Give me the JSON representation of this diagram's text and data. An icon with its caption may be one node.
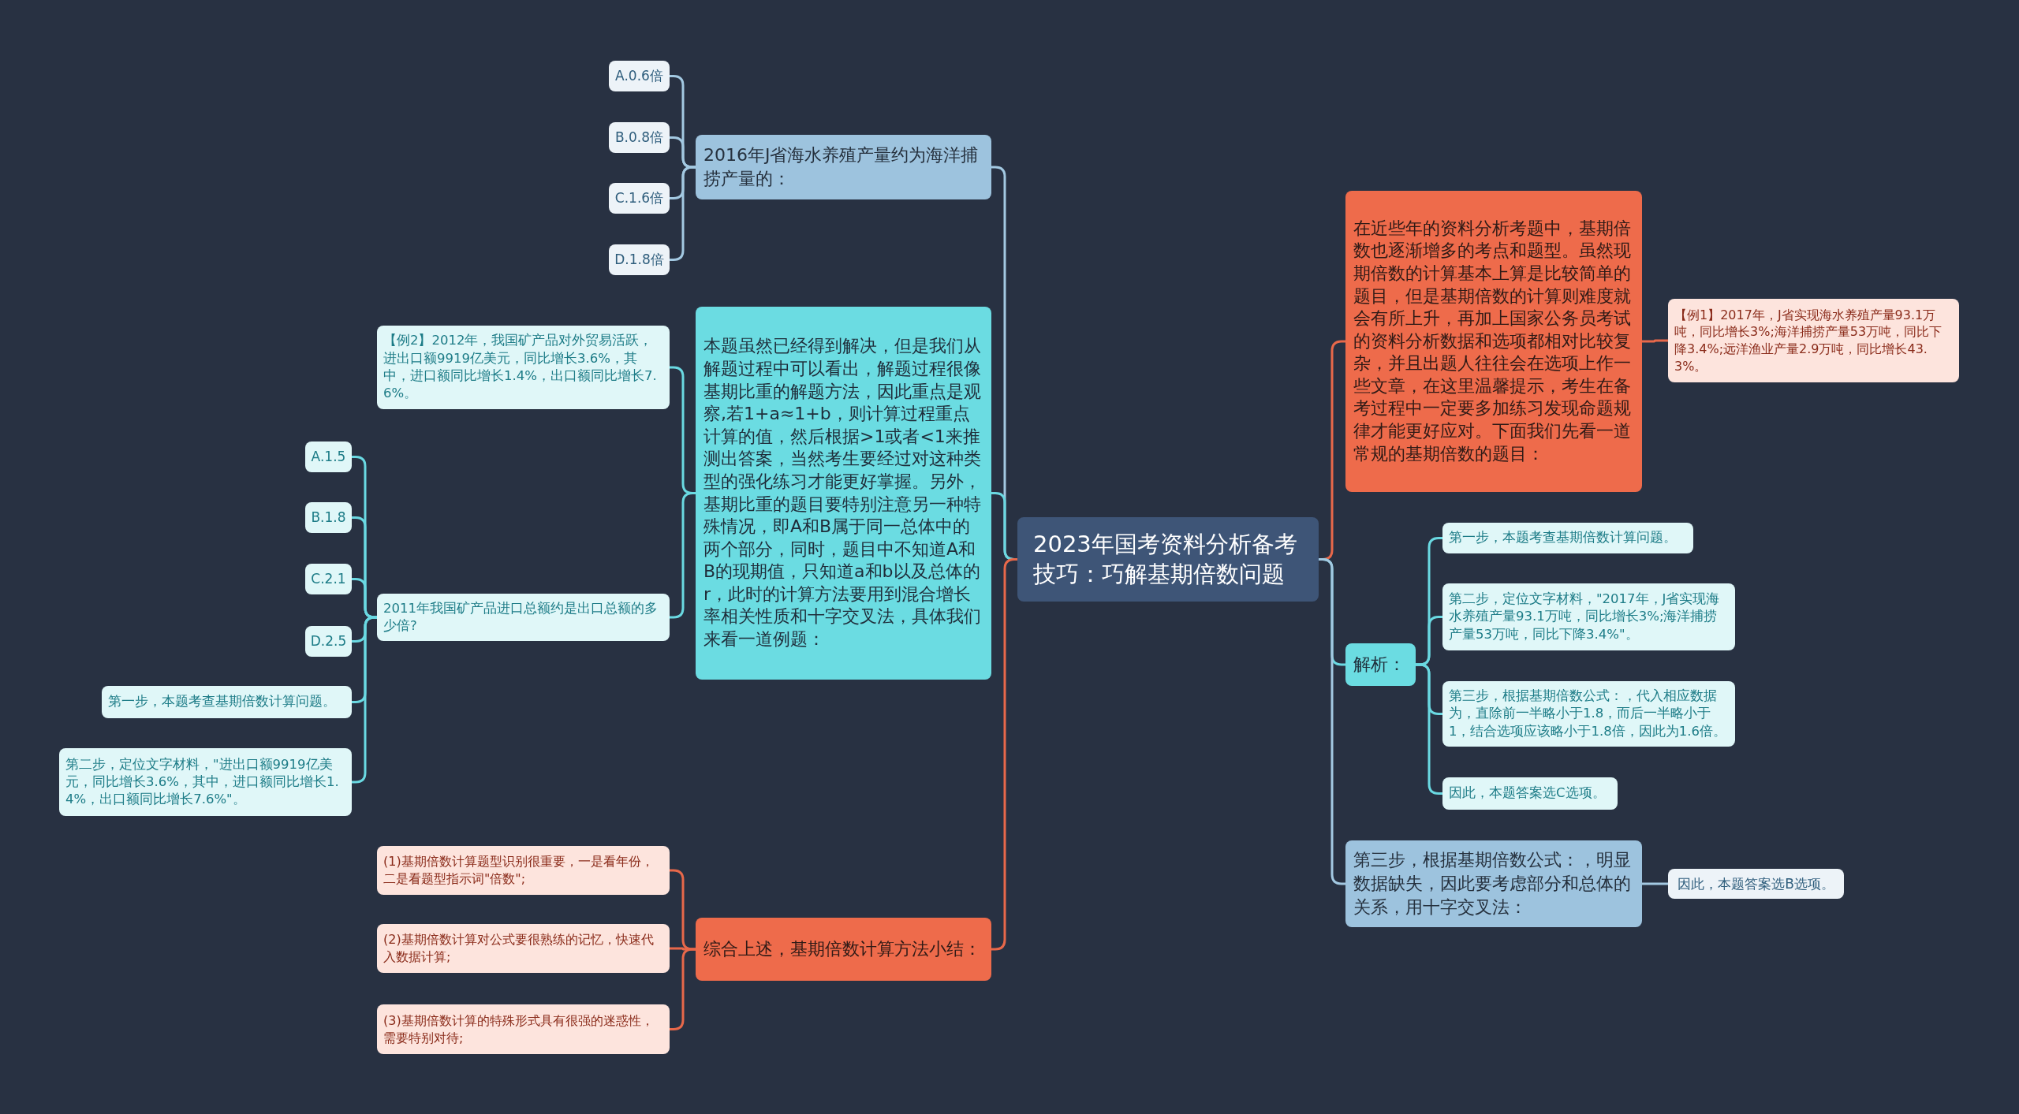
{
  "diagram": {
    "nodes": [
      {
        "text": [
          "2023年国考资料分析备考技巧：巧解基期倍数问题"
        ]
      },
      {
        "text": [
          "2016年J省海水养殖产量约为海洋捕捞产量的："
        ]
      },
      {
        "text": [
          "A.0.6倍"
        ]
      },
      {
        "text": [
          "B.0.8倍"
        ]
      },
      {
        "text": [
          "C.1.6倍"
        ]
      },
      {
        "text": [
          "D.1.8倍"
        ]
      },
      {
        "text": [
          "本题虽然已经得到解决，但是我们从解题过程中可以看出，解题过程很像基期比重的解题方法，因此重点是观察,若1+a≈1+b，则计算过程重点计算的值，然后根据>1或者<1来推测出答案，当然考生要经过对这种类型的强化练习才能更好掌握。另外，基期比重的题目要特别注意另一种特殊情况，即A和B属于同一总体中的两个部分，同时，题目中不知道A和B的现期值，只知道a和b以及总体的r，此时的计算方法要用到混合增长率相关性质和十字交叉法，具体我们来看一道例题："
        ]
      },
      {
        "text": [
          "【例2】2012年，我国矿产品对外贸易活跃，进出口额9919亿美元，同比增长3.6%，其中，进口额同比增长1.4%，出口额同比增长7.6%。"
        ]
      },
      {
        "text": [
          "2011年我国矿产品进口总额约是出口总额的多少倍?"
        ]
      },
      {
        "text": [
          "A.1.5"
        ]
      },
      {
        "text": [
          "B.1.8"
        ]
      },
      {
        "text": [
          "C.2.1"
        ]
      },
      {
        "text": [
          "D.2.5"
        ]
      },
      {
        "text": [
          "第一步，本题考查基期倍数计算问题。"
        ]
      },
      {
        "text": [
          "第二步，定位文字材料，\"进出口额9919亿美元，同比增长3.6%，其中，进口额同比增长1.4%，出口额同比增长7.6%\"。"
        ]
      },
      {
        "text": [
          "综合上述，基期倍数计算方法小结："
        ]
      },
      {
        "text": [
          "(1)基期倍数计算题型识别很重要，一是看年份，二是看题型指示词\"倍数\";"
        ]
      },
      {
        "text": [
          "(2)基期倍数计算对公式要很熟练的记忆，快速代入数据计算;"
        ]
      },
      {
        "text": [
          "(3)基期倍数计算的特殊形式具有很强的迷惑性，需要特别对待;"
        ]
      },
      {
        "text": [
          "在近些年的资料分析考题中，基期倍数也逐渐增多的考点和题型。虽然现期倍数的计算基本上算是比较简单的题目，但是基期倍数的计算则难度就会有所上升，再加上国家公务员考试的资料分析数据和选项都相对比较复杂，并且出题人往往会在选项上作一些文章，在这里温馨提示，考生在备考过程中一定要多加练习发现命题规律才能更好应对。下面我们先看一道常规的基期倍数的题目："
        ]
      },
      {
        "text": [
          "【例1】2017年，J省实现海水养殖产量93.1万吨，同比增长3%;海洋捕捞产量53万吨，同比下降3.4%;远洋渔业产量2.9万吨，同比增长43.3%。"
        ]
      },
      {
        "text": [
          "解析："
        ]
      },
      {
        "text": [
          "第一步，本题考查基期倍数计算问题。"
        ]
      },
      {
        "text": [
          "第二步，定位文字材料，\"2017年，J省实现海水养殖产量93.1万吨，同比增长3%;海洋捕捞产量53万吨，同比下降3.4%\"。"
        ]
      },
      {
        "text": [
          "第三步，根据基期倍数公式：，代入相应数据为，直除前一半略小于1.8，而后一半略小于1，结合选项应该略小于1.8倍，因此为1.6倍。"
        ]
      },
      {
        "text": [
          "因此，本题答案选C选项。"
        ]
      },
      {
        "text": [
          "第三步，根据基期倍数公式：，明显数据缺失，因此要考虑部分和总体的关系，用十字交叉法："
        ]
      },
      {
        "text": [
          "因此，本题答案选B选项。"
        ]
      }
    ],
    "edges": [
      {
        "from": 0,
        "to": 1,
        "arrow": "none",
        "color": "#a3c9e2"
      },
      {
        "from": 1,
        "to": 2,
        "arrow": "none",
        "color": "#a3c9e2"
      },
      {
        "from": 1,
        "to": 3,
        "arrow": "none",
        "color": "#a3c9e2"
      },
      {
        "from": 1,
        "to": 4,
        "arrow": "none",
        "color": "#a3c9e2"
      },
      {
        "from": 1,
        "to": 5,
        "arrow": "none",
        "color": "#a3c9e2"
      },
      {
        "from": 0,
        "to": 6,
        "arrow": "none"
      },
      {
        "from": 6,
        "to": 7,
        "arrow": "none"
      },
      {
        "from": 6,
        "to": 8,
        "arrow": "none"
      },
      {
        "from": 8,
        "to": 9,
        "arrow": "none"
      },
      {
        "from": 8,
        "to": 10,
        "arrow": "none"
      },
      {
        "from": 8,
        "to": 11,
        "arrow": "none"
      },
      {
        "from": 8,
        "to": 12,
        "arrow": "none"
      },
      {
        "from": 8,
        "to": 13,
        "arrow": "none"
      },
      {
        "from": 8,
        "to": 14,
        "arrow": "none"
      },
      {
        "from": 0,
        "to": 15,
        "arrow": "none",
        "color": "#e8684a"
      },
      {
        "from": 15,
        "to": 16,
        "arrow": "none",
        "color": "#e8684a"
      },
      {
        "from": 15,
        "to": 17,
        "arrow": "none",
        "color": "#e8684a"
      },
      {
        "from": 15,
        "to": 18,
        "arrow": "none",
        "color": "#e8684a"
      },
      {
        "from": 0,
        "to": 19,
        "arrow": "none",
        "color": "#e8684a"
      },
      {
        "from": 19,
        "to": 20,
        "arrow": "none",
        "color": "#e8684a"
      },
      {
        "from": 0,
        "to": 21,
        "arrow": "none"
      },
      {
        "from": 21,
        "to": 22,
        "arrow": "none"
      },
      {
        "from": 21,
        "to": 23,
        "arrow": "none"
      },
      {
        "from": 21,
        "to": 24,
        "arrow": "none"
      },
      {
        "from": 21,
        "to": 25,
        "arrow": "none"
      },
      {
        "from": 0,
        "to": 26,
        "arrow": "none",
        "color": "#a3c9e2"
      },
      {
        "from": 26,
        "to": 27,
        "arrow": "none",
        "color": "#a3c9e2"
      }
    ]
  }
}
